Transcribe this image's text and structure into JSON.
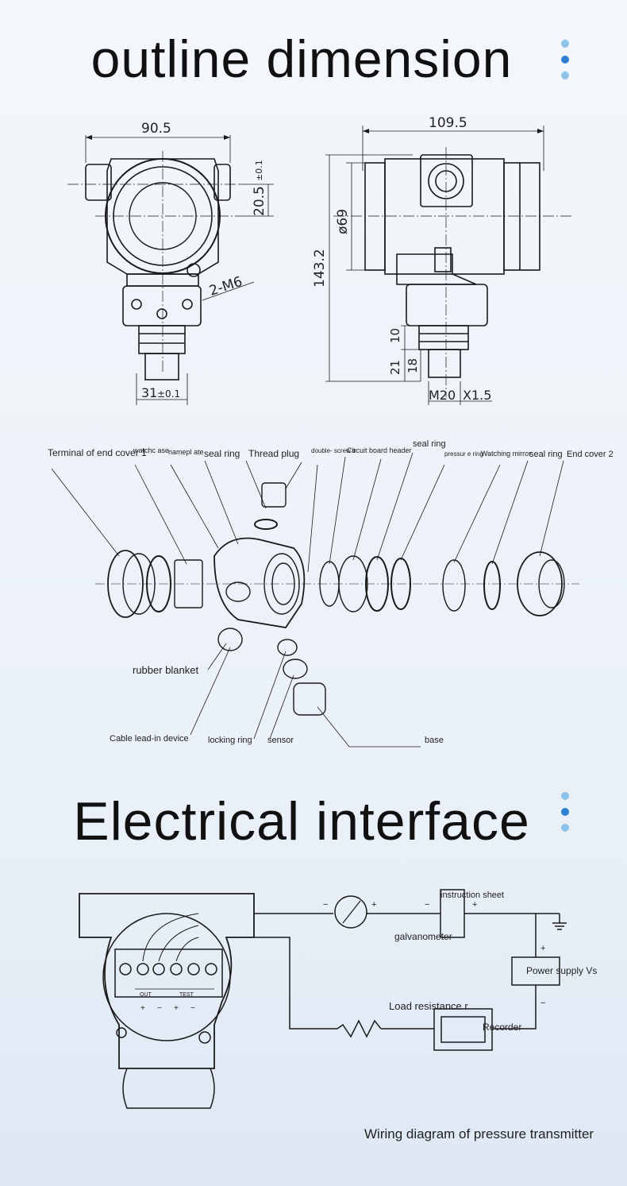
{
  "sections": {
    "outline_title": "outline dimension",
    "electrical_title": "Electrical interface"
  },
  "colors": {
    "dot_light": "#8ec3ea",
    "dot_dark": "#2b7fd3",
    "line": "#1a1a1a"
  },
  "dimensions": {
    "front_width": "90.5",
    "front_offset": "20.5",
    "front_offset_tol": "±0.1",
    "bolt": "2-M6",
    "port_width": "31",
    "port_width_tol": "±0.1",
    "side_width": "109.5",
    "diameter": "ø69",
    "height": "143.2",
    "d10": "10",
    "d21": "21",
    "d18": "18",
    "thread": "M20",
    "thread_pitch": "X1.5"
  },
  "exploded": {
    "terminal_end_cover": "Terminal of end cover 1",
    "watch_case": "watchc ase",
    "nameplate": "namepl ate",
    "seal_ring_1": "seal ring",
    "thread_plug": "Thread plug",
    "double_screw": "double- screw b",
    "circuit_board": "Circuit board header",
    "seal_ring_2": "seal ring",
    "pressure_ring": "pressur e ring",
    "watching_mirror": "Watching mirror",
    "seal_ring_3": "seal ring",
    "end_cover_2": "End cover 2",
    "rubber_blanket": "rubber blanket",
    "cable_lead_in": "Cable lead-in device",
    "locking_ring": "locking ring",
    "sensor": "sensor",
    "base": "base"
  },
  "wiring": {
    "instruction_sheet": "instruction sheet",
    "galvanometer": "galvanometer",
    "power_supply": "Power supply Vs",
    "load_resistance": "Load resistance r",
    "recorder": "Recorder",
    "out": "OUT",
    "test": "TEST",
    "plus": "+",
    "minus": "−",
    "caption": "Wiring diagram of pressure transmitter"
  }
}
